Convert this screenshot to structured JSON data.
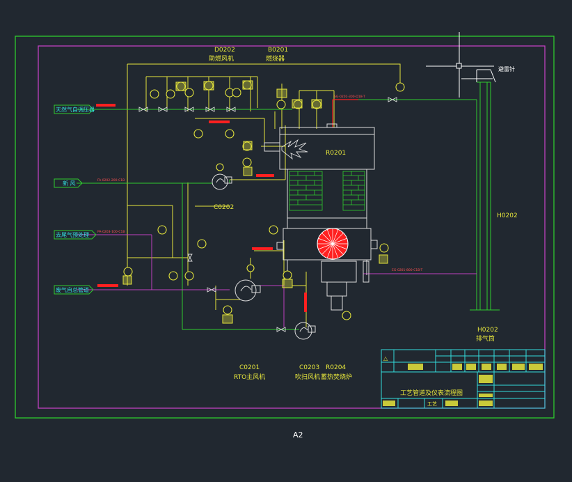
{
  "sheet_size": "A2",
  "colors": {
    "background": "#212830",
    "frame_outer": "#2ecc2e",
    "frame_inner": "#c040c0",
    "process_line": "#e6e63c",
    "flow_line": "#2ecc2e",
    "air_line": "#c040c0",
    "hot_line": "#ff2020",
    "brick": "#2ecc2e",
    "label": "#e6e63c",
    "cyan_label": "#33dddd",
    "title_block": "#33dddd",
    "instrument": "#e6e63c"
  },
  "equipment": {
    "burner_fan": {
      "tag": "D0202",
      "name": "助燃风机"
    },
    "combustion_chamber_top": {
      "tag": "B0201",
      "name": "燃烧器"
    },
    "incinerator": {
      "tag": "R0201"
    },
    "fresh_air_fan": {
      "tag": "C0202"
    },
    "stack": {
      "tag": "H0202",
      "name": "排气筒"
    },
    "main_fan": {
      "tag": "C0201",
      "name": "RTO主风机"
    },
    "purge_fan": {
      "tag": "C0203",
      "name": "吹扫风机"
    },
    "rto": {
      "tag": "R0204",
      "name": "蓄热焚烧炉"
    },
    "chimney_label": "避雷针"
  },
  "streams": {
    "natural_gas": "天然气自调压器",
    "fresh_air": "新 风",
    "to_purge": "去尾气预处理",
    "waste_gas": "废气自总管道"
  },
  "line_numbers": {
    "hot_top": "SG-0201-300-D1B-T",
    "fresh": "FA-0202-200-C1B",
    "purge": "PA-0203-100-C1B",
    "exhaust": "EG-0201-800-C1B-T"
  },
  "title_block": {
    "drawing_title": "工艺管道及仪表流程图",
    "discipline": "工艺"
  }
}
